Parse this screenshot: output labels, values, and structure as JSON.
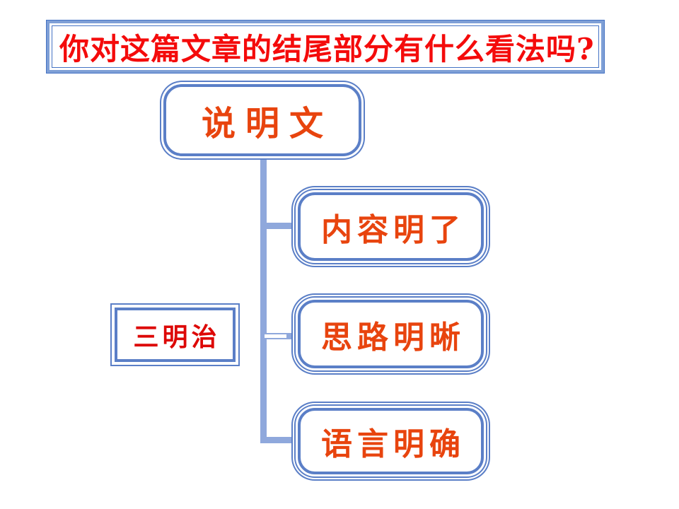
{
  "slide": {
    "title": {
      "text": "你对这篇文章的结尾部分有什么看法吗?"
    },
    "diagram": {
      "root": {
        "text": "说明文"
      },
      "side_label": {
        "text": "三明治"
      },
      "children": [
        {
          "text": "内容明了"
        },
        {
          "text": "思路明晰"
        },
        {
          "text": "语言明确"
        }
      ]
    },
    "colors": {
      "background": "#FFFFFF",
      "title_text": "#F40B0B",
      "node_text": "#E8440E",
      "side_label_text": "#DD0806",
      "box_border_blue": "#5B7FC7",
      "title_border_band": "#7E9FD6",
      "title_border_line": "#4472C4",
      "connector": "#8FA8DC"
    }
  }
}
